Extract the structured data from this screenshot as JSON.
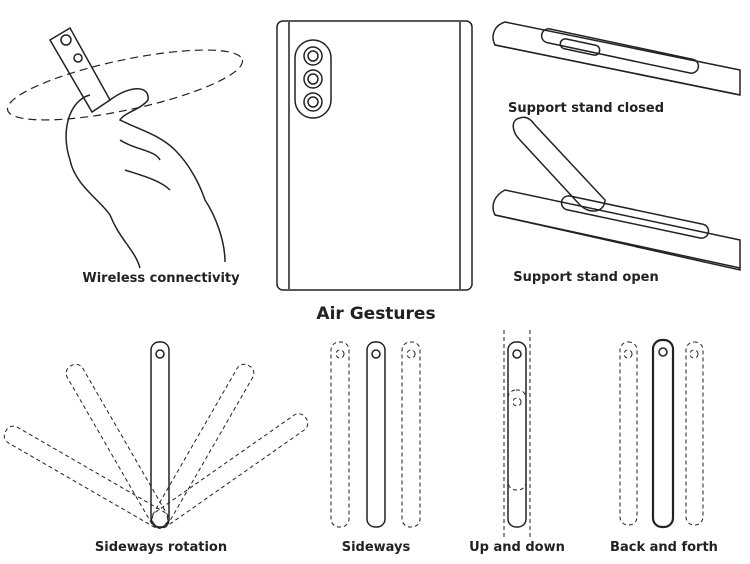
{
  "labels": {
    "wireless": "Wireless connectivity",
    "stand_closed": "Support stand closed",
    "stand_open": "Support stand open",
    "air_gestures": "Air Gestures",
    "sideways_rotation": "Sideways rotation",
    "sideways": "Sideways",
    "up_down": "Up and down",
    "back_forth": "Back and forth"
  }
}
